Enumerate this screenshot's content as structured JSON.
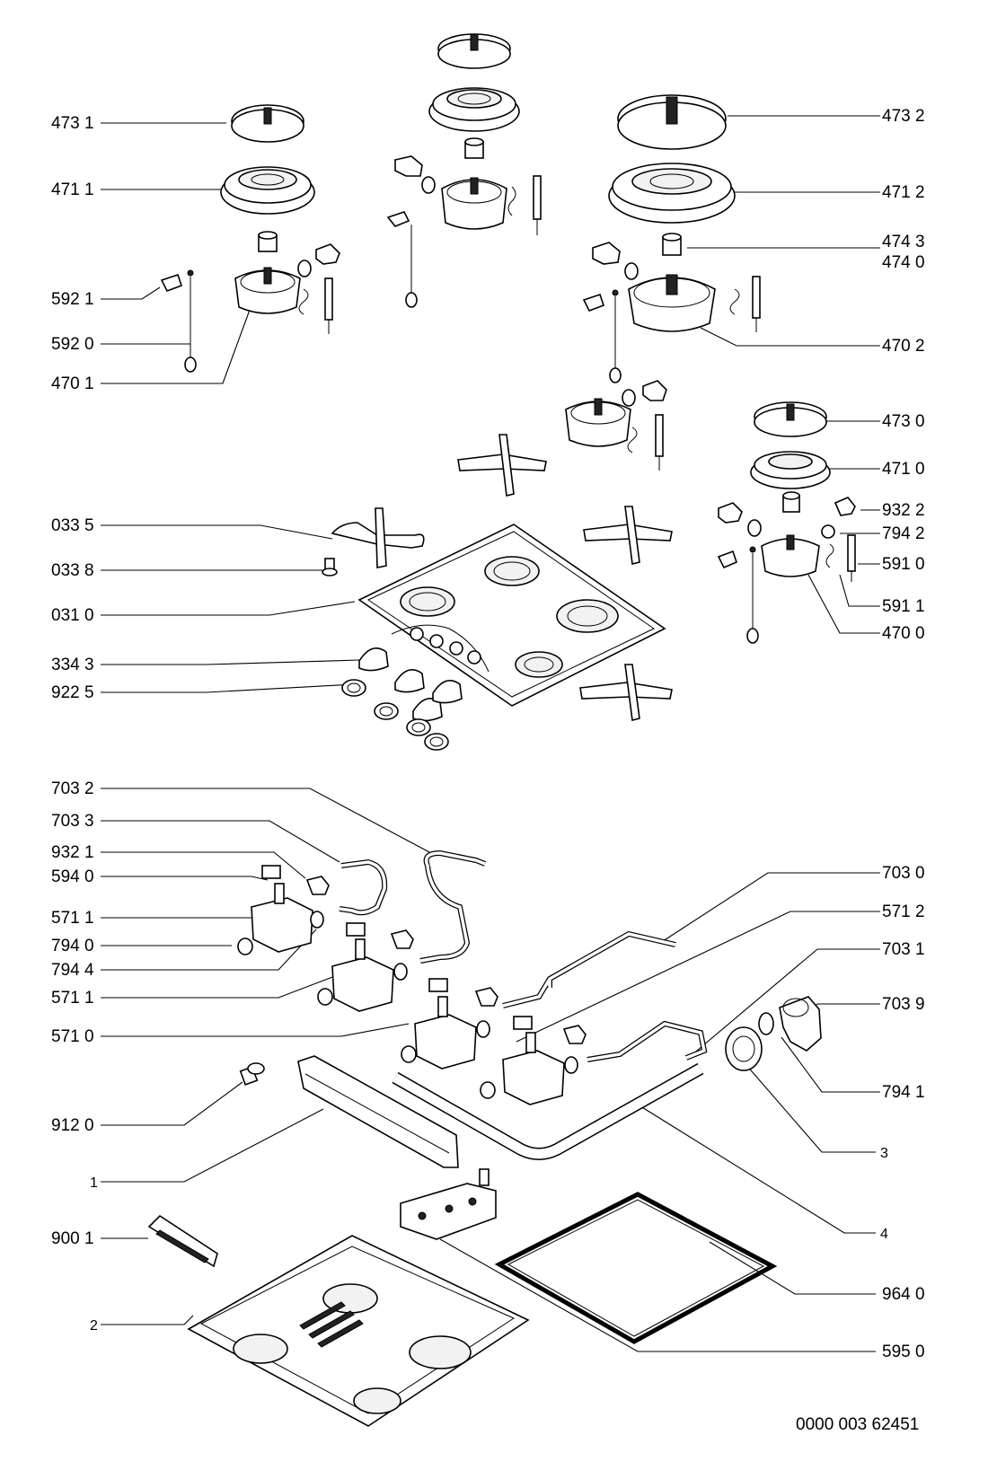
{
  "diagram": {
    "labels": {
      "c4731": "473 1",
      "c4711": "471 1",
      "c5921": "592 1",
      "c5920": "592 0",
      "c4701": "470 1",
      "c4732": "473 2",
      "c4712": "471 2",
      "c4743": "474 3",
      "c4740": "474 0",
      "c4702": "470 2",
      "c4730": "473 0",
      "c4710": "471 0",
      "c9322": "932 2",
      "c7942": "794 2",
      "c5910": "591 0",
      "c5911": "591 1",
      "c4700": "470 0",
      "c0335": "033 5",
      "c0338": "033 8",
      "c0310": "031 0",
      "c3343": "334 3",
      "c9225": "922 5",
      "c7032": "703 2",
      "c7033": "703 3",
      "c9321": "932 1",
      "c5940": "594 0",
      "c5711a": "571 1",
      "c7940": "794 0",
      "c7944": "794 4",
      "c5711b": "571 1",
      "c5710": "571 0",
      "c7030": "703 0",
      "c5712": "571 2",
      "c7031": "703 1",
      "c7039": "703 9",
      "c7941": "794 1",
      "c9120": "912 0",
      "c1": "1",
      "c3": "3",
      "c4": "4",
      "c9001": "900 1",
      "c9640": "964 0",
      "c2": "2",
      "c5950": "595 0"
    },
    "document_number": "0000 003 62451"
  }
}
